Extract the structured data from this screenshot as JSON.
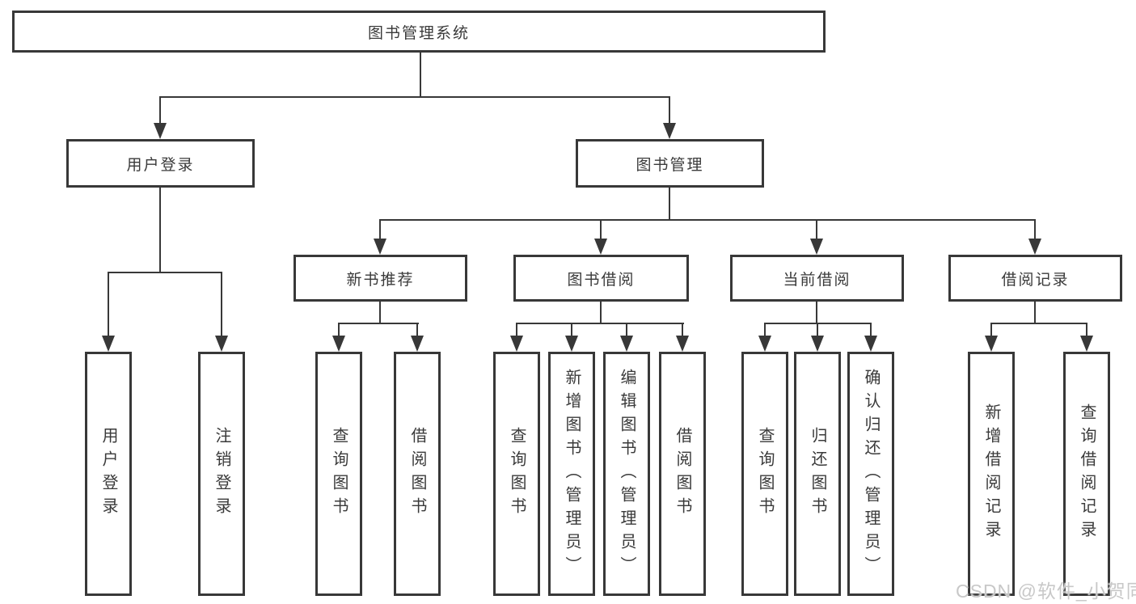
{
  "diagram": {
    "root": "图书管理系统",
    "level2": {
      "user_login": "用户登录",
      "book_management": "图书管理"
    },
    "level3": {
      "new_books": "新书推荐",
      "book_borrow": "图书借阅",
      "current_borrow": "当前借阅",
      "borrow_records": "借阅记录"
    },
    "leaves": {
      "user_login": [
        "用户登录",
        "注销登录"
      ],
      "new_books": [
        "查询图书",
        "借阅图书"
      ],
      "book_borrow": [
        "查询图书",
        "新增图书（管理员）",
        "编辑图书（管理员）",
        "借阅图书"
      ],
      "current_borrow": [
        "查询图书",
        "归还图书",
        "确认归还（管理员）"
      ],
      "borrow_records": [
        "新增借阅记录",
        "查询借阅记录"
      ]
    }
  },
  "watermark": "CSDN @软件_小贺同学",
  "colors": {
    "line": "#383838",
    "text": "#3a3a3a",
    "background": "#ffffff",
    "watermark": "#c8c8c8"
  }
}
